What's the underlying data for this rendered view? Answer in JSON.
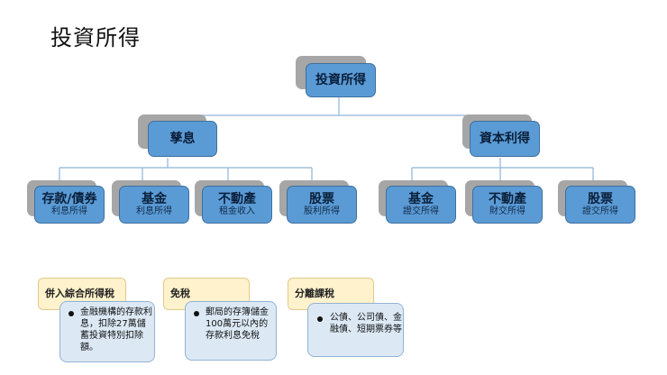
{
  "title": "投資所得",
  "root": {
    "label": "投資所得"
  },
  "level1": [
    {
      "label": "孳息"
    },
    {
      "label": "資本利得"
    }
  ],
  "leaves": [
    {
      "label": "存款/債券",
      "sub": "利息所得"
    },
    {
      "label": "基金",
      "sub": "利息所得"
    },
    {
      "label": "不動產",
      "sub": "租金收入"
    },
    {
      "label": "股票",
      "sub": "股利所得"
    },
    {
      "label": "基金",
      "sub": "證交所得"
    },
    {
      "label": "不動產",
      "sub": "財交所得"
    },
    {
      "label": "股票",
      "sub": "證交所得"
    }
  ],
  "notes": [
    {
      "label": "併入綜合所得稅",
      "text": "金融機構的存款利息，扣除27萬儲蓄投資特別扣除額。"
    },
    {
      "label": "免稅",
      "text": "郵局的存簿儲金100萬元以內的存款利息免稅"
    },
    {
      "label": "分離課稅",
      "text": "公債、公司債、金融債、短期票券等"
    }
  ],
  "colors": {
    "node_fill": "#5b9bd5",
    "node_shadow": "#a6a6a6",
    "connector": "#8fb4d8",
    "tab_fill": "#fff2cc",
    "card_fill": "#dce9f5"
  }
}
